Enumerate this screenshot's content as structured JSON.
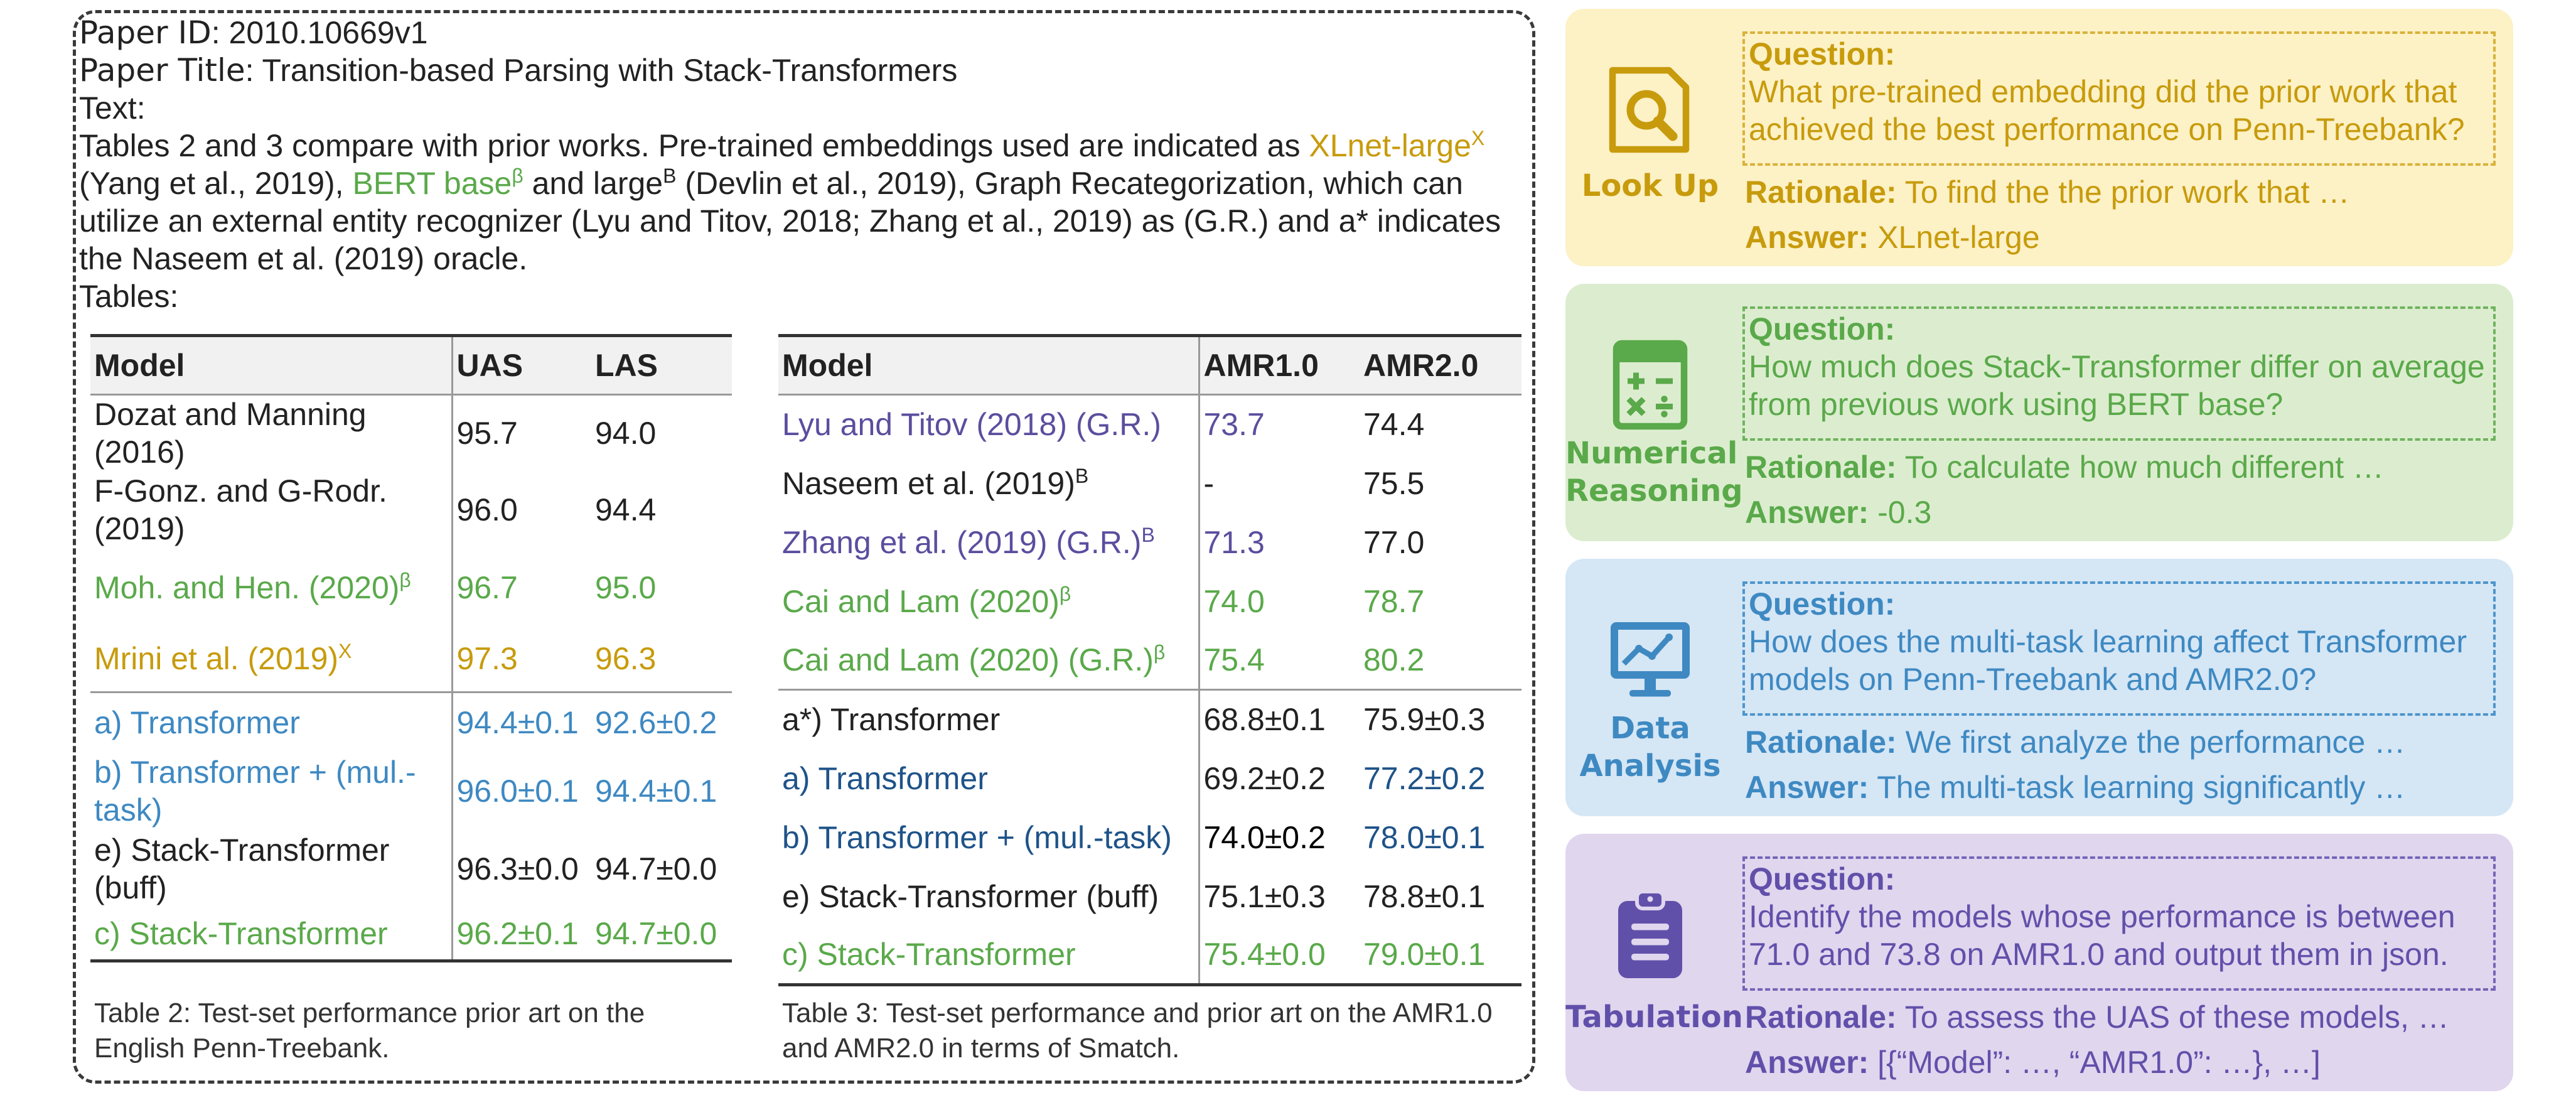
{
  "paper": {
    "id_label": "Paper ID",
    "id_value": "2010.10669v1",
    "title_label": "Paper Title",
    "title_value": "Transition-based Parsing with Stack-Transformers",
    "text_label": "Text:",
    "text": {
      "p1": "Tables 2 and 3 compare with prior works. Pre-trained embeddings used are indicated as ",
      "xlnet": "XLnet-large",
      "xlnet_sup": "X",
      "p2": " (Yang et al., 2019), ",
      "bert": "BERT base",
      "bert_sup": "β",
      "p3": " and large",
      "large_sup": "B",
      "p4": " (Devlin et al., 2019), Graph Recategorization, which can utilize an external entity recognizer (Lyu and Titov, 2018; Zhang et al., 2019) as (G.R.) and a* indicates the Naseem et al. (2019) oracle."
    },
    "tables_label": "Tables:"
  },
  "table2": {
    "headers": [
      "Model",
      "UAS",
      "LAS"
    ],
    "rows": [
      {
        "model": "Dozat and Manning (2016)",
        "sup": "",
        "uas": "95.7",
        "las": "94.0",
        "color": "#222222"
      },
      {
        "model": "F-Gonz. and G-Rodr. (2019)",
        "sup": "",
        "uas": "96.0",
        "las": "94.4",
        "color": "#222222"
      },
      {
        "model": "Moh. and Hen. (2020)",
        "sup": "β",
        "uas": "96.7",
        "las": "95.0",
        "color": "#5aa94a"
      },
      {
        "model": "Mrini et al. (2019)",
        "sup": "X",
        "uas": "97.3",
        "las": "96.3",
        "color": "#c79b0c"
      },
      {
        "model": "a) Transformer",
        "sup": "",
        "uas": "94.4±0.1",
        "las": "92.6±0.2",
        "color": "#3e89c2"
      },
      {
        "model": "b) Transformer + (mul.-task)",
        "sup": "",
        "uas": "96.0±0.1",
        "las": "94.4±0.1",
        "color": "#3e89c2"
      },
      {
        "model": "e) Stack-Transformer (buff)",
        "sup": "",
        "uas": "96.3±0.0",
        "las": "94.7±0.0",
        "color": "#222222"
      },
      {
        "model": "c) Stack-Transformer",
        "sup": "",
        "uas": "96.2±0.1",
        "las": "94.7±0.0",
        "color": "#5aa94a"
      }
    ],
    "caption": "Table 2: Test-set performance prior art on the English Penn-Treebank."
  },
  "table3": {
    "headers": [
      "Model",
      "AMR1.0",
      "AMR2.0"
    ],
    "rows": [
      {
        "model": "Lyu and Titov (2018) (G.R.)",
        "sup": "",
        "a1": "73.7",
        "a2": "74.4",
        "c_model": "#5b4e9e",
        "c_a1": "#5b4e9e",
        "c_a2": "#222222"
      },
      {
        "model": "Naseem et al. (2019)",
        "sup": "B",
        "a1": "-",
        "a2": "75.5",
        "c_model": "#222222",
        "c_a1": "#222222",
        "c_a2": "#222222"
      },
      {
        "model": "Zhang et al. (2019) (G.R.)",
        "sup": "B",
        "a1": "71.3",
        "a2": "77.0",
        "c_model": "#5b4e9e",
        "c_a1": "#5b4e9e",
        "c_a2": "#222222"
      },
      {
        "model": "Cai and Lam (2020)",
        "sup": "β",
        "a1": "74.0",
        "a2": "78.7",
        "c_model": "#5aa94a",
        "c_a1": "#5aa94a",
        "c_a2": "#5aa94a"
      },
      {
        "model": "Cai and Lam (2020) (G.R.)",
        "sup": "β",
        "a1": "75.4",
        "a2": "80.2",
        "c_model": "#5aa94a",
        "c_a1": "#5aa94a",
        "c_a2": "#5aa94a"
      },
      {
        "model": "a*) Transformer",
        "sup": "",
        "a1": "68.8±0.1",
        "a2": "75.9±0.3",
        "c_model": "#222222",
        "c_a1": "#222222",
        "c_a2": "#222222"
      },
      {
        "model": "a) Transformer",
        "sup": "",
        "a1": "69.2±0.2",
        "a2": "77.2±0.2",
        "c_model": "#1f5389",
        "c_a1": "#222222",
        "c_a2": "#1f5389"
      },
      {
        "model": "b) Transformer + (mul.-task)",
        "sup": "",
        "a1": "74.0±0.2",
        "a2": "78.0±0.1",
        "c_model": "#1f5389",
        "c_a1": "#000000",
        "c_a2": "#1f5389"
      },
      {
        "model": "e) Stack-Transformer (buff)",
        "sup": "",
        "a1": "75.1±0.3",
        "a2": "78.8±0.1",
        "c_model": "#222222",
        "c_a1": "#222222",
        "c_a2": "#222222"
      },
      {
        "model": "c) Stack-Transformer",
        "sup": "",
        "a1": "75.4±0.0",
        "a2": "79.0±0.1",
        "c_model": "#5aa94a",
        "c_a1": "#5aa94a",
        "c_a2": "#5aa94a"
      }
    ],
    "caption": "Table 3: Test-set performance and prior art on the AMR1.0 and AMR2.0 in terms of Smatch."
  },
  "cards": {
    "lookup": {
      "label": "Look Up",
      "icon": "magnifier-icon",
      "question_label": "Question:",
      "question": "What pre-trained embedding did the prior work that achieved the best performance on Penn-Treebank?",
      "rationale_label": "Rationale:",
      "rationale": " To find the the prior work that …",
      "answer_label": "Answer:",
      "answer": " XLnet-large"
    },
    "numerical": {
      "label_line1": "Numerical",
      "label_line2": "Reasoning",
      "icon": "calculator-icon",
      "question_label": "Question:",
      "question": "How much does Stack-Transformer differ on average from previous work using BERT base?",
      "rationale_label": "Rationale:",
      "rationale": " To calculate how much different …",
      "answer_label": "Answer:",
      "answer": " -0.3"
    },
    "data": {
      "label_line1": "Data",
      "label_line2": "Analysis",
      "icon": "analytics-monitor-icon",
      "question_label": "Question:",
      "question": "How does the multi-task learning affect Transformer models on Penn-Treebank and AMR2.0?",
      "rationale_label": "Rationale:",
      "rationale": " We first analyze the performance …",
      "answer_label": "Answer:",
      "answer": " The multi-task learning significantly …"
    },
    "tabulation": {
      "label": "Tabulation",
      "icon": "clipboard-icon",
      "question_label": "Question:",
      "question": "Identify the models whose performance is between 71.0 and 73.8 on AMR1.0 and output them in json.",
      "rationale_label": "Rationale:",
      "rationale": " To assess the UAS of these models, …",
      "answer_label": "Answer:",
      "answer": " [{“Model”: …, “AMR1.0”: …}, …]"
    }
  },
  "colors": {
    "lookup": "#c79b0c",
    "numerical": "#5aa94a",
    "data": "#3e89c2",
    "tabulation": "#6150aa"
  }
}
